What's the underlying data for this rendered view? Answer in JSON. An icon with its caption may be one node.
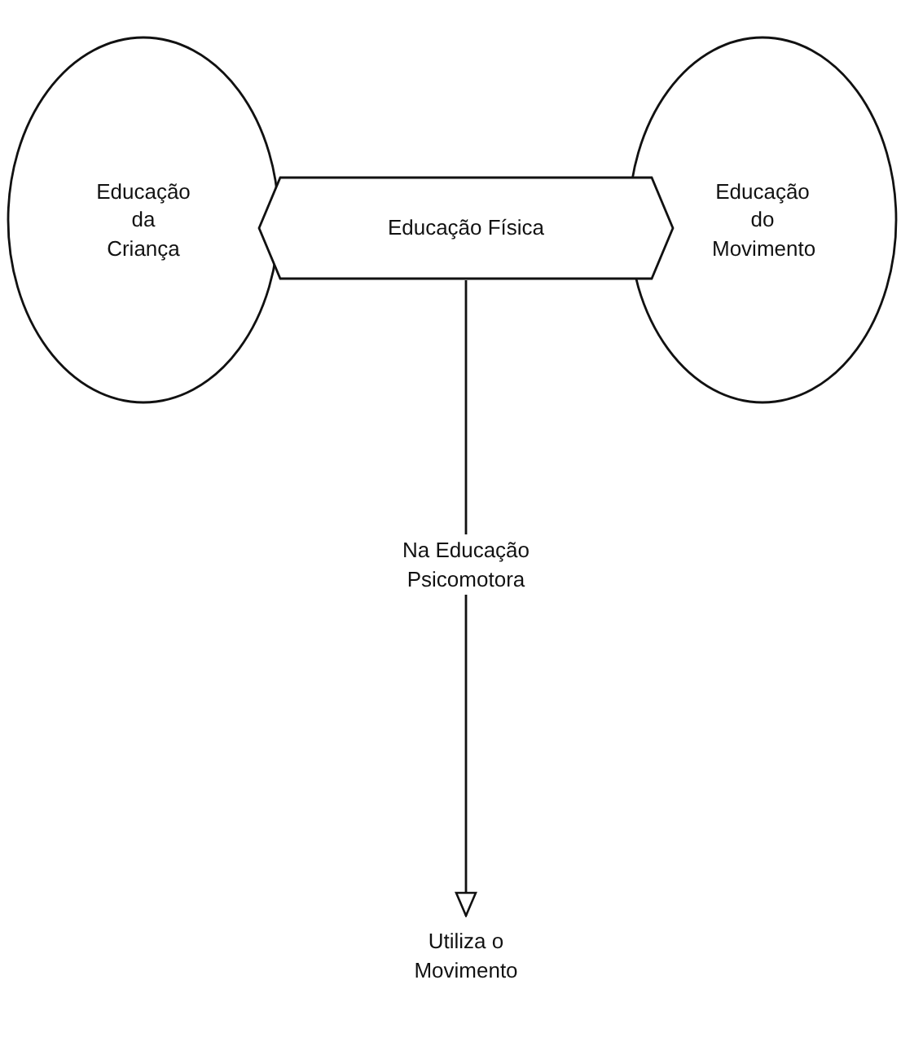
{
  "diagram": {
    "nodes": [
      {
        "text": [
          "Educação da Criança"
        ]
      },
      {
        "text": [
          "Educação Física"
        ]
      },
      {
        "text": [
          "Educação do Movimento"
        ]
      },
      {
        "text": [
          "Utiliza o Movimento"
        ]
      }
    ],
    "edges": [
      {
        "from": 1,
        "to": 3,
        "arrow": "to",
        "label": "Na Educação Psicomotora"
      }
    ]
  }
}
